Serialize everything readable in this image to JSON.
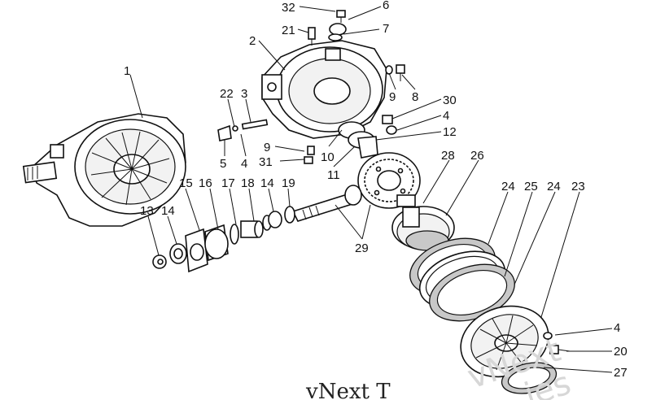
{
  "diagram": {
    "callouts": [
      "32",
      "6",
      "21",
      "7",
      "2",
      "1",
      "9",
      "8",
      "22",
      "3",
      "30",
      "4",
      "12",
      "9",
      "10",
      "5",
      "4",
      "31",
      "11",
      "28",
      "26",
      "15",
      "16",
      "17",
      "18",
      "14",
      "19",
      "13",
      "14",
      "24",
      "25",
      "24",
      "23",
      "29",
      "4",
      "20",
      "27"
    ],
    "watermark_small": "vNext T",
    "watermark_large": "vNext",
    "watermark_tail": "ies"
  }
}
